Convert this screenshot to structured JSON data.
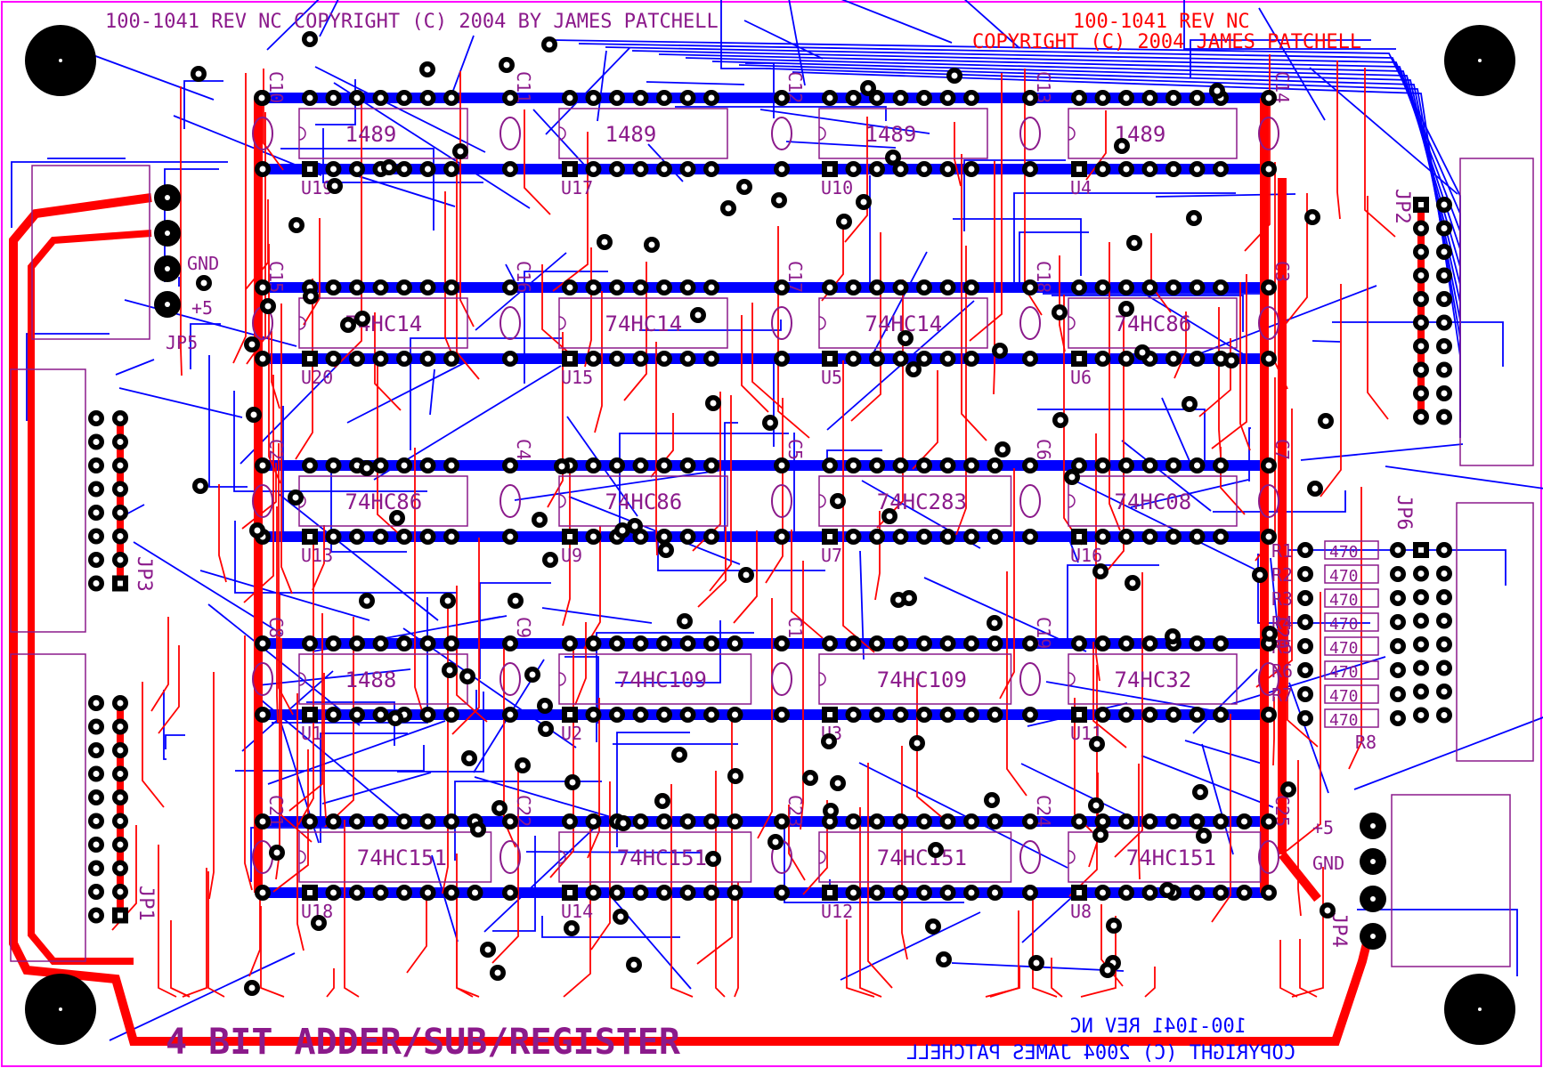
{
  "top_left_notice": "100-1041 REV NC COPYRIGHT (C) 2004 BY JAMES PATCHELL",
  "top_right_notice_line1": "100-1041 REV NC",
  "top_right_notice_line2": "COPYRIGHT (C) 2004 JAMES PATCHELL",
  "bottom_title": "4 BIT ADDER/SUB/REGISTER",
  "bottom_right_mirror_line1": "100-1041 REV NC",
  "bottom_right_mirror_line2": "COPYRIGHT (C) 2004 JAMES PATCHELL",
  "chips": [
    {
      "ref": "U19",
      "part": "1489"
    },
    {
      "ref": "U17",
      "part": "1489"
    },
    {
      "ref": "U10",
      "part": "1489"
    },
    {
      "ref": "U4",
      "part": "1489"
    },
    {
      "ref": "U20",
      "part": "74HC14"
    },
    {
      "ref": "U15",
      "part": "74HC14"
    },
    {
      "ref": "U5",
      "part": "74HC14"
    },
    {
      "ref": "U6",
      "part": "74HC86"
    },
    {
      "ref": "U13",
      "part": "74HC86"
    },
    {
      "ref": "U9",
      "part": "74HC86"
    },
    {
      "ref": "U7",
      "part": "74HC283"
    },
    {
      "ref": "U16",
      "part": "74HC08"
    },
    {
      "ref": "U1",
      "part": "1488"
    },
    {
      "ref": "U2",
      "part": "74HC109"
    },
    {
      "ref": "U3",
      "part": "74HC109"
    },
    {
      "ref": "U11",
      "part": "74HC32"
    },
    {
      "ref": "U18",
      "part": "74HC151"
    },
    {
      "ref": "U14",
      "part": "74HC151"
    },
    {
      "ref": "U12",
      "part": "74HC151"
    },
    {
      "ref": "U8",
      "part": "74HC151"
    }
  ],
  "caps": [
    "C10",
    "C11",
    "C12",
    "C13",
    "C14",
    "C15",
    "C16",
    "C17",
    "C18",
    "C3",
    "C2",
    "C4",
    "C5",
    "C6",
    "C7",
    "C8",
    "C9",
    "C1",
    "C19",
    "C20",
    "C21",
    "C22",
    "C23",
    "C24",
    "C25"
  ],
  "resistors": {
    "refs": [
      "R1",
      "R2",
      "R3",
      "R4",
      "R5",
      "R6",
      "R7",
      "R8"
    ],
    "value": "470"
  },
  "connectors": {
    "jp2": "JP2",
    "jp6": "JP6",
    "jp5": "JP5",
    "jp3": "JP3",
    "jp1": "JP1",
    "jp4": "JP4"
  },
  "power_labels": {
    "gnd": "GND",
    "v5": "+5"
  },
  "colors": {
    "top_copper": "#ff0000",
    "bottom_copper": "#0000ff",
    "silkscreen": "#8b1a8b",
    "pad": "#000000",
    "outline": "#ff00ff"
  }
}
